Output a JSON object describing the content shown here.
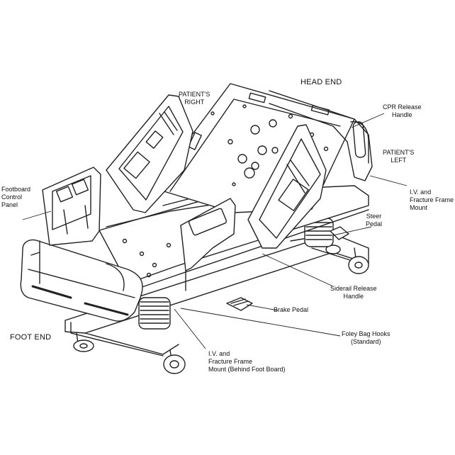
{
  "labels": {
    "head_end": "HEAD END",
    "foot_end": "FOOT END",
    "patients_right": [
      "PATIENT'S",
      "RIGHT"
    ],
    "patients_left": [
      "PATIENT'S",
      "LEFT"
    ],
    "cpr_release": [
      "CPR Release",
      "Handle"
    ],
    "iv_mount_right": [
      "I.V. and",
      "Fracture Frame",
      "Mount"
    ],
    "steer_pedal": [
      "Steer",
      "Pedal"
    ],
    "footboard_panel": [
      "Footboard",
      "Control",
      "Panel"
    ],
    "siderail_release": [
      "Siderail Release",
      "Handle"
    ],
    "brake_pedal": "Brake Pedal",
    "foley_hooks": [
      "Foley Bag Hooks",
      "(Standard)"
    ],
    "iv_mount_foot": [
      "I.V. and",
      "Fracture Frame",
      "Mount (Behind Foot Board)"
    ]
  }
}
